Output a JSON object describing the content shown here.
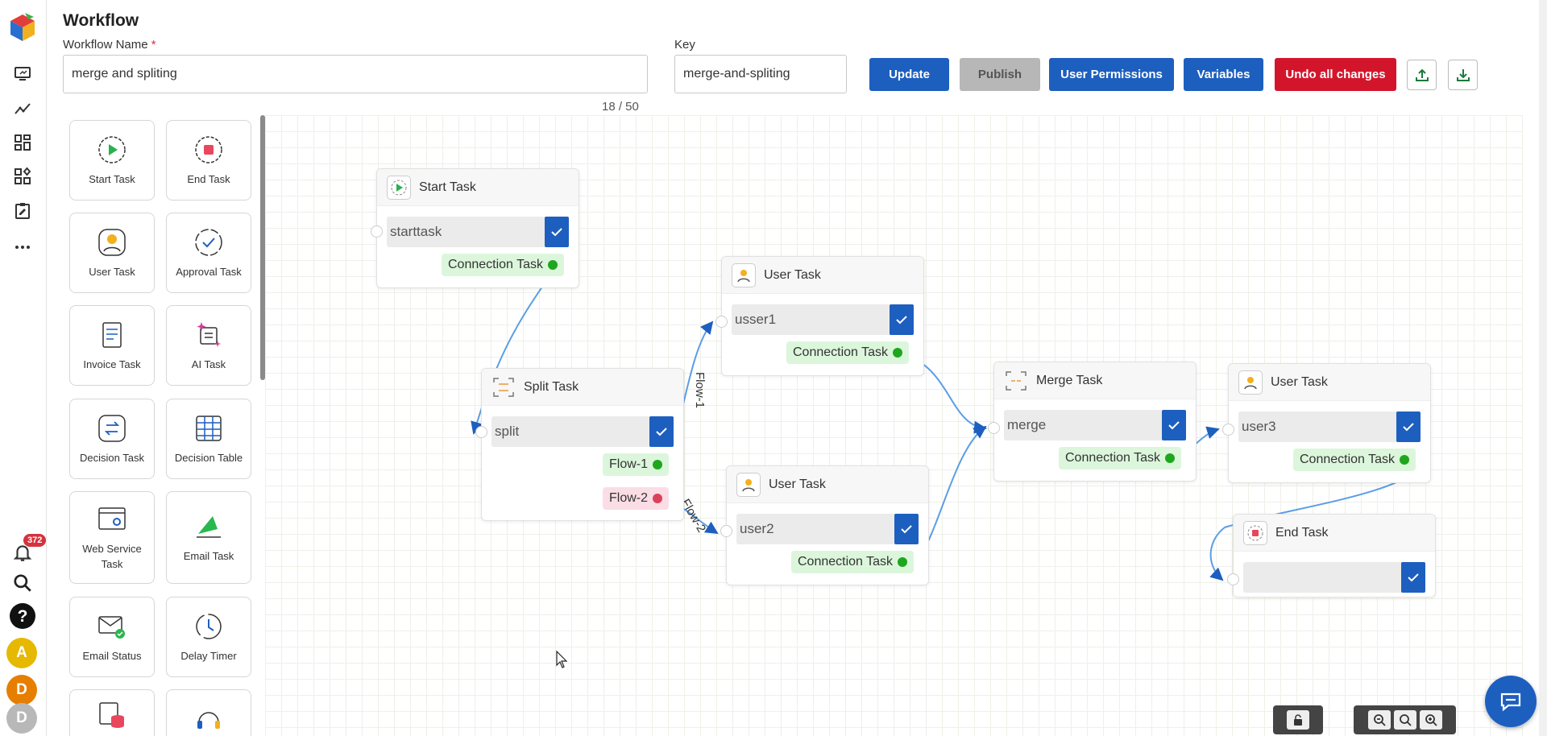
{
  "app": {
    "page_title": "Workflow"
  },
  "form": {
    "name_label": "Workflow Name",
    "required_mark": "*",
    "name_value": "merge and spliting",
    "char_count": "18 / 50",
    "key_label": "Key",
    "key_value": "merge-and-spliting"
  },
  "toolbar": {
    "update_label": "Update",
    "publish_label": "Publish",
    "permissions_label": "User Permissions",
    "variables_label": "Variables",
    "undo_label": "Undo all changes",
    "upload_icon": "upload-icon",
    "download_icon": "download-icon"
  },
  "rail": {
    "notification_count": "372",
    "avatars": [
      "A",
      "D",
      "D"
    ],
    "avatar_colors": [
      "#e6b800",
      "#e67e00",
      "#b8b8b8"
    ],
    "icons": [
      "logo-icon",
      "monitor-icon",
      "analytics-icon",
      "dashboard-icon",
      "apps-icon",
      "checklist-icon",
      "more-icon",
      "bell-icon",
      "search-icon",
      "help-icon"
    ]
  },
  "palette": {
    "items": [
      "Start Task",
      "End Task",
      "User Task",
      "Approval Task",
      "Invoice Task",
      "AI Task",
      "Decision Task",
      "Decision Table",
      "Web Service Task",
      "Email Task",
      "Email Status",
      "Delay Timer"
    ]
  },
  "nodes": {
    "start": {
      "title": "Start Task",
      "value": "starttask",
      "out": "Connection Task"
    },
    "user1": {
      "title": "User Task",
      "value": "usser1",
      "out": "Connection Task"
    },
    "split": {
      "title": "Split Task",
      "value": "split",
      "out1": "Flow-1",
      "out2": "Flow-2"
    },
    "user2": {
      "title": "User Task",
      "value": "user2",
      "out": "Connection Task"
    },
    "merge": {
      "title": "Merge Task",
      "value": "merge",
      "out": "Connection Task"
    },
    "user3": {
      "title": "User Task",
      "value": "user3",
      "out": "Connection Task"
    },
    "end": {
      "title": "End Task",
      "value": ""
    }
  },
  "edge_labels": {
    "flow1": "Flow-1",
    "flow2": "Flow-2"
  },
  "colors": {
    "primary": "#1d5fbf",
    "danger": "#d3152c",
    "connector": "#5b9ee6",
    "success": "#1da71d"
  }
}
